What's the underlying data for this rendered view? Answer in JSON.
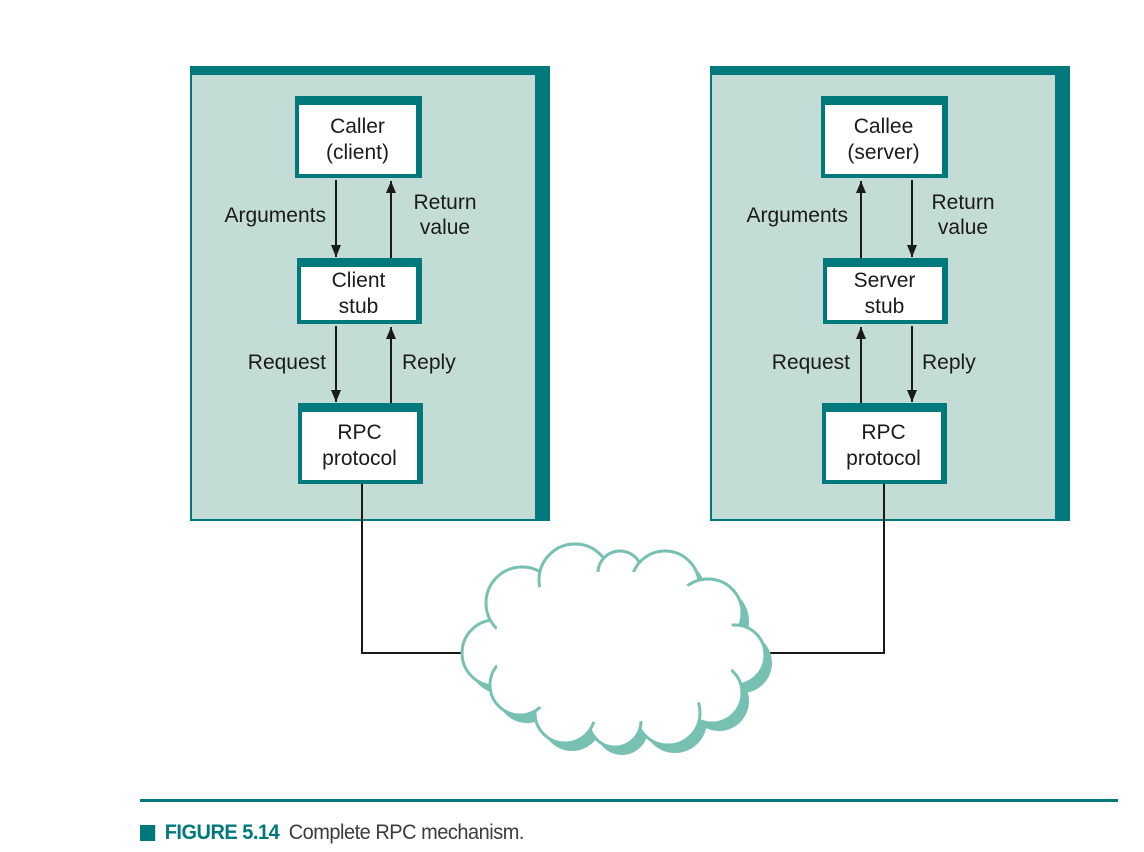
{
  "colors": {
    "teal": "#00797c",
    "panel_fill": "#c3dcd5",
    "cloud_outline": "#76c1b2",
    "line_black": "#1a1a1a",
    "caption_text_color": "#3c3c3c"
  },
  "client_panel": {
    "caller": {
      "line1": "Caller",
      "line2": "(client)"
    },
    "stub": {
      "line1": "Client",
      "line2": "stub"
    },
    "protocol": {
      "line1": "RPC",
      "line2": "protocol"
    },
    "labels": {
      "arguments": "Arguments",
      "return_line1": "Return",
      "return_line2": "value",
      "request": "Request",
      "reply": "Reply"
    }
  },
  "server_panel": {
    "callee": {
      "line1": "Callee",
      "line2": "(server)"
    },
    "stub": {
      "line1": "Server",
      "line2": "stub"
    },
    "protocol": {
      "line1": "RPC",
      "line2": "protocol"
    },
    "labels": {
      "arguments": "Arguments",
      "return_line1": "Return",
      "return_line2": "value",
      "request": "Request",
      "reply": "Reply"
    }
  },
  "caption": {
    "label": "FIGURE 5.14",
    "text": "Complete RPC mechanism."
  }
}
